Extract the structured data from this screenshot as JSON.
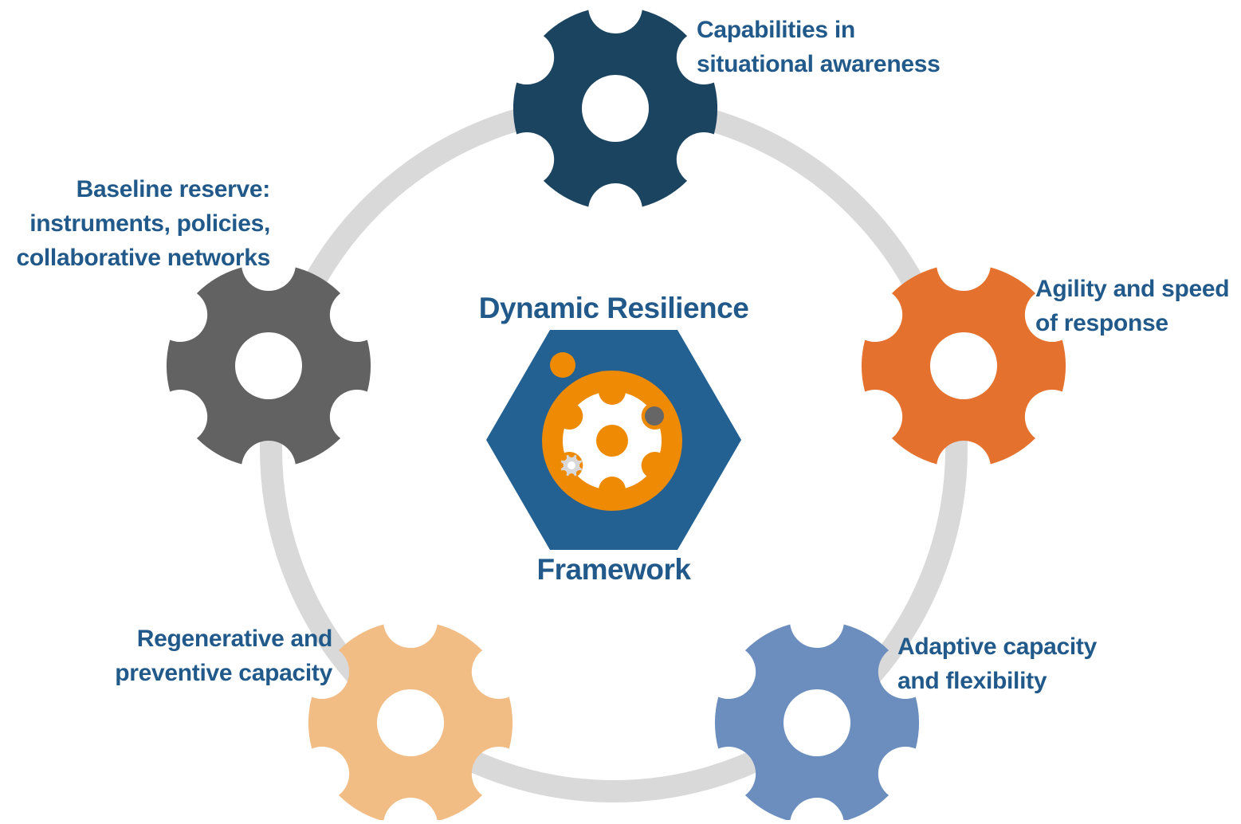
{
  "colors": {
    "ring": "#d9d9d9",
    "text": "#215a8a",
    "hexagon": "#236193",
    "center_gear_circle": "#ef8a05",
    "small_dot_gray": "#666666"
  },
  "center": {
    "title_top": "Dynamic Resilience",
    "title_bottom": "Framework"
  },
  "gears": [
    {
      "id": "situational-awareness",
      "color": "#1b4460",
      "lines": [
        "Capabilities in",
        "situational awareness"
      ]
    },
    {
      "id": "agility-speed",
      "color": "#e5712e",
      "lines": [
        "Agility and speed",
        "of response"
      ]
    },
    {
      "id": "adaptive-capacity",
      "color": "#6c8ebe",
      "lines": [
        "Adaptive capacity",
        "and flexibility"
      ]
    },
    {
      "id": "regenerative-preventive",
      "color": "#f2bc85",
      "lines": [
        "Regenerative and",
        "preventive capacity"
      ]
    },
    {
      "id": "baseline-reserve",
      "color": "#626262",
      "lines": [
        "Baseline reserve:",
        "instruments, policies,",
        "collaborative networks"
      ]
    }
  ]
}
